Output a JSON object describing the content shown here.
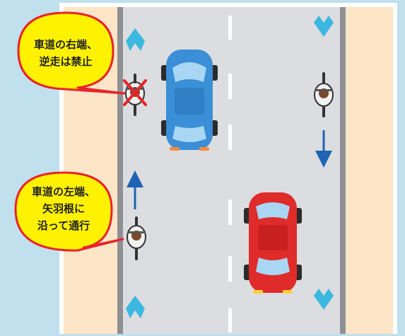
{
  "callouts": {
    "wrong_way": {
      "lines": [
        "車道の右端、",
        "逆走は禁止"
      ]
    },
    "correct_way": {
      "lines": [
        "車道の左端、",
        "矢羽根に",
        "沿って通行"
      ]
    }
  },
  "colors": {
    "background": "#bfe0ec",
    "sidewalk": "#fde6c8",
    "road": "#dcdde0",
    "curb": "#8f9094",
    "lane_mark": "#ffffff",
    "arrow_chevron": "#3cb8e0",
    "direction_arrow": "#1f63b5",
    "blue_car": "#3a8fd6",
    "red_car": "#e02b2b",
    "callout_fill": "#fff200",
    "callout_border": "#e8232a",
    "prohibited_x": "#e8232a"
  },
  "icons": {
    "chevron": "chevron-marking-icon",
    "cyclist": "cyclist-icon",
    "car": "car-icon",
    "prohibited": "prohibited-x-icon",
    "direction_arrow": "direction-arrow-icon"
  }
}
